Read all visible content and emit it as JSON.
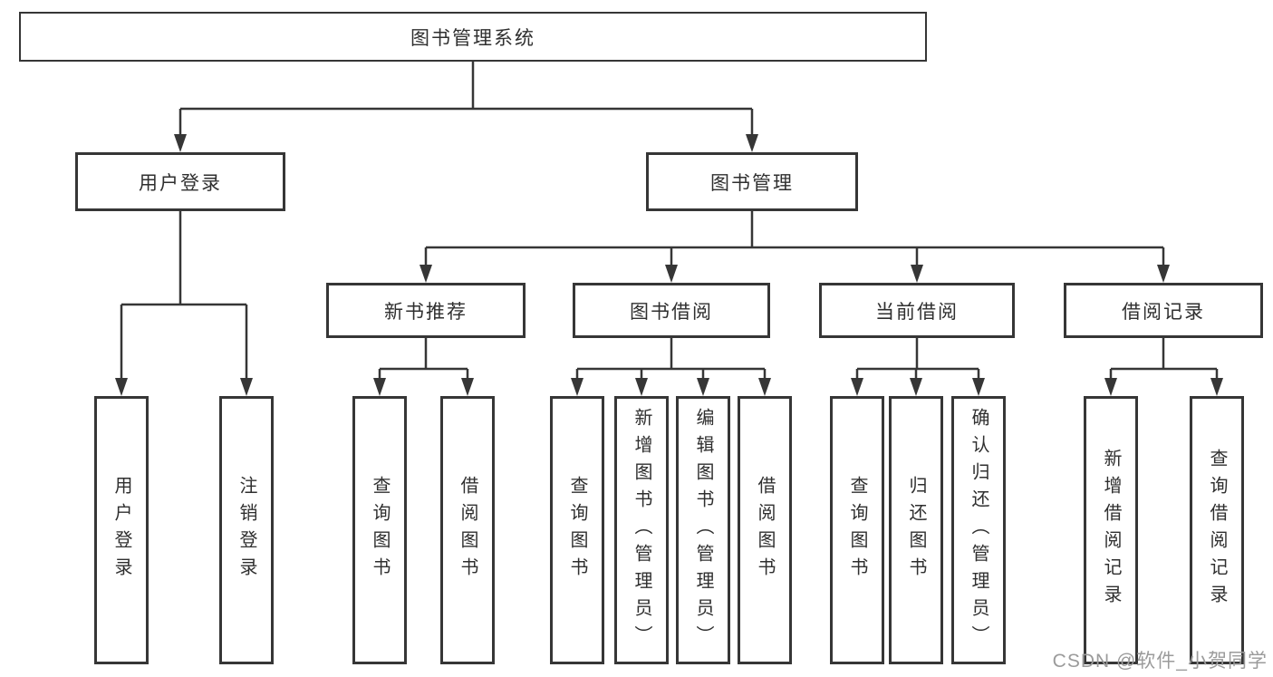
{
  "colors": {
    "line-color": "#363636",
    "text-color": "#2f2f2f",
    "watermark-color": "#9b9b9b"
  },
  "diagram": {
    "root": {
      "label": "图书管理系统"
    },
    "level2": [
      {
        "label": "用户登录"
      },
      {
        "label": "图书管理"
      }
    ],
    "level3": [
      {
        "label": "新书推荐"
      },
      {
        "label": "图书借阅"
      },
      {
        "label": "当前借阅"
      },
      {
        "label": "借阅记录"
      }
    ],
    "leaf_groups": [
      {
        "parent": "用户登录",
        "items": [
          "用户登录",
          "注销登录"
        ]
      },
      {
        "parent": "新书推荐",
        "items": [
          "查询图书",
          "借阅图书"
        ]
      },
      {
        "parent": "图书借阅",
        "items": [
          "查询图书",
          "新增图书（管理员）",
          "编辑图书（管理员）",
          "借阅图书"
        ]
      },
      {
        "parent": "当前借阅",
        "items": [
          "查询图书",
          "归还图书",
          "确认归还（管理员）"
        ]
      },
      {
        "parent": "借阅记录",
        "items": [
          "新增借阅记录",
          "查询借阅记录"
        ]
      }
    ]
  },
  "watermark": {
    "text": "CSDN @软件_小贺同学"
  }
}
